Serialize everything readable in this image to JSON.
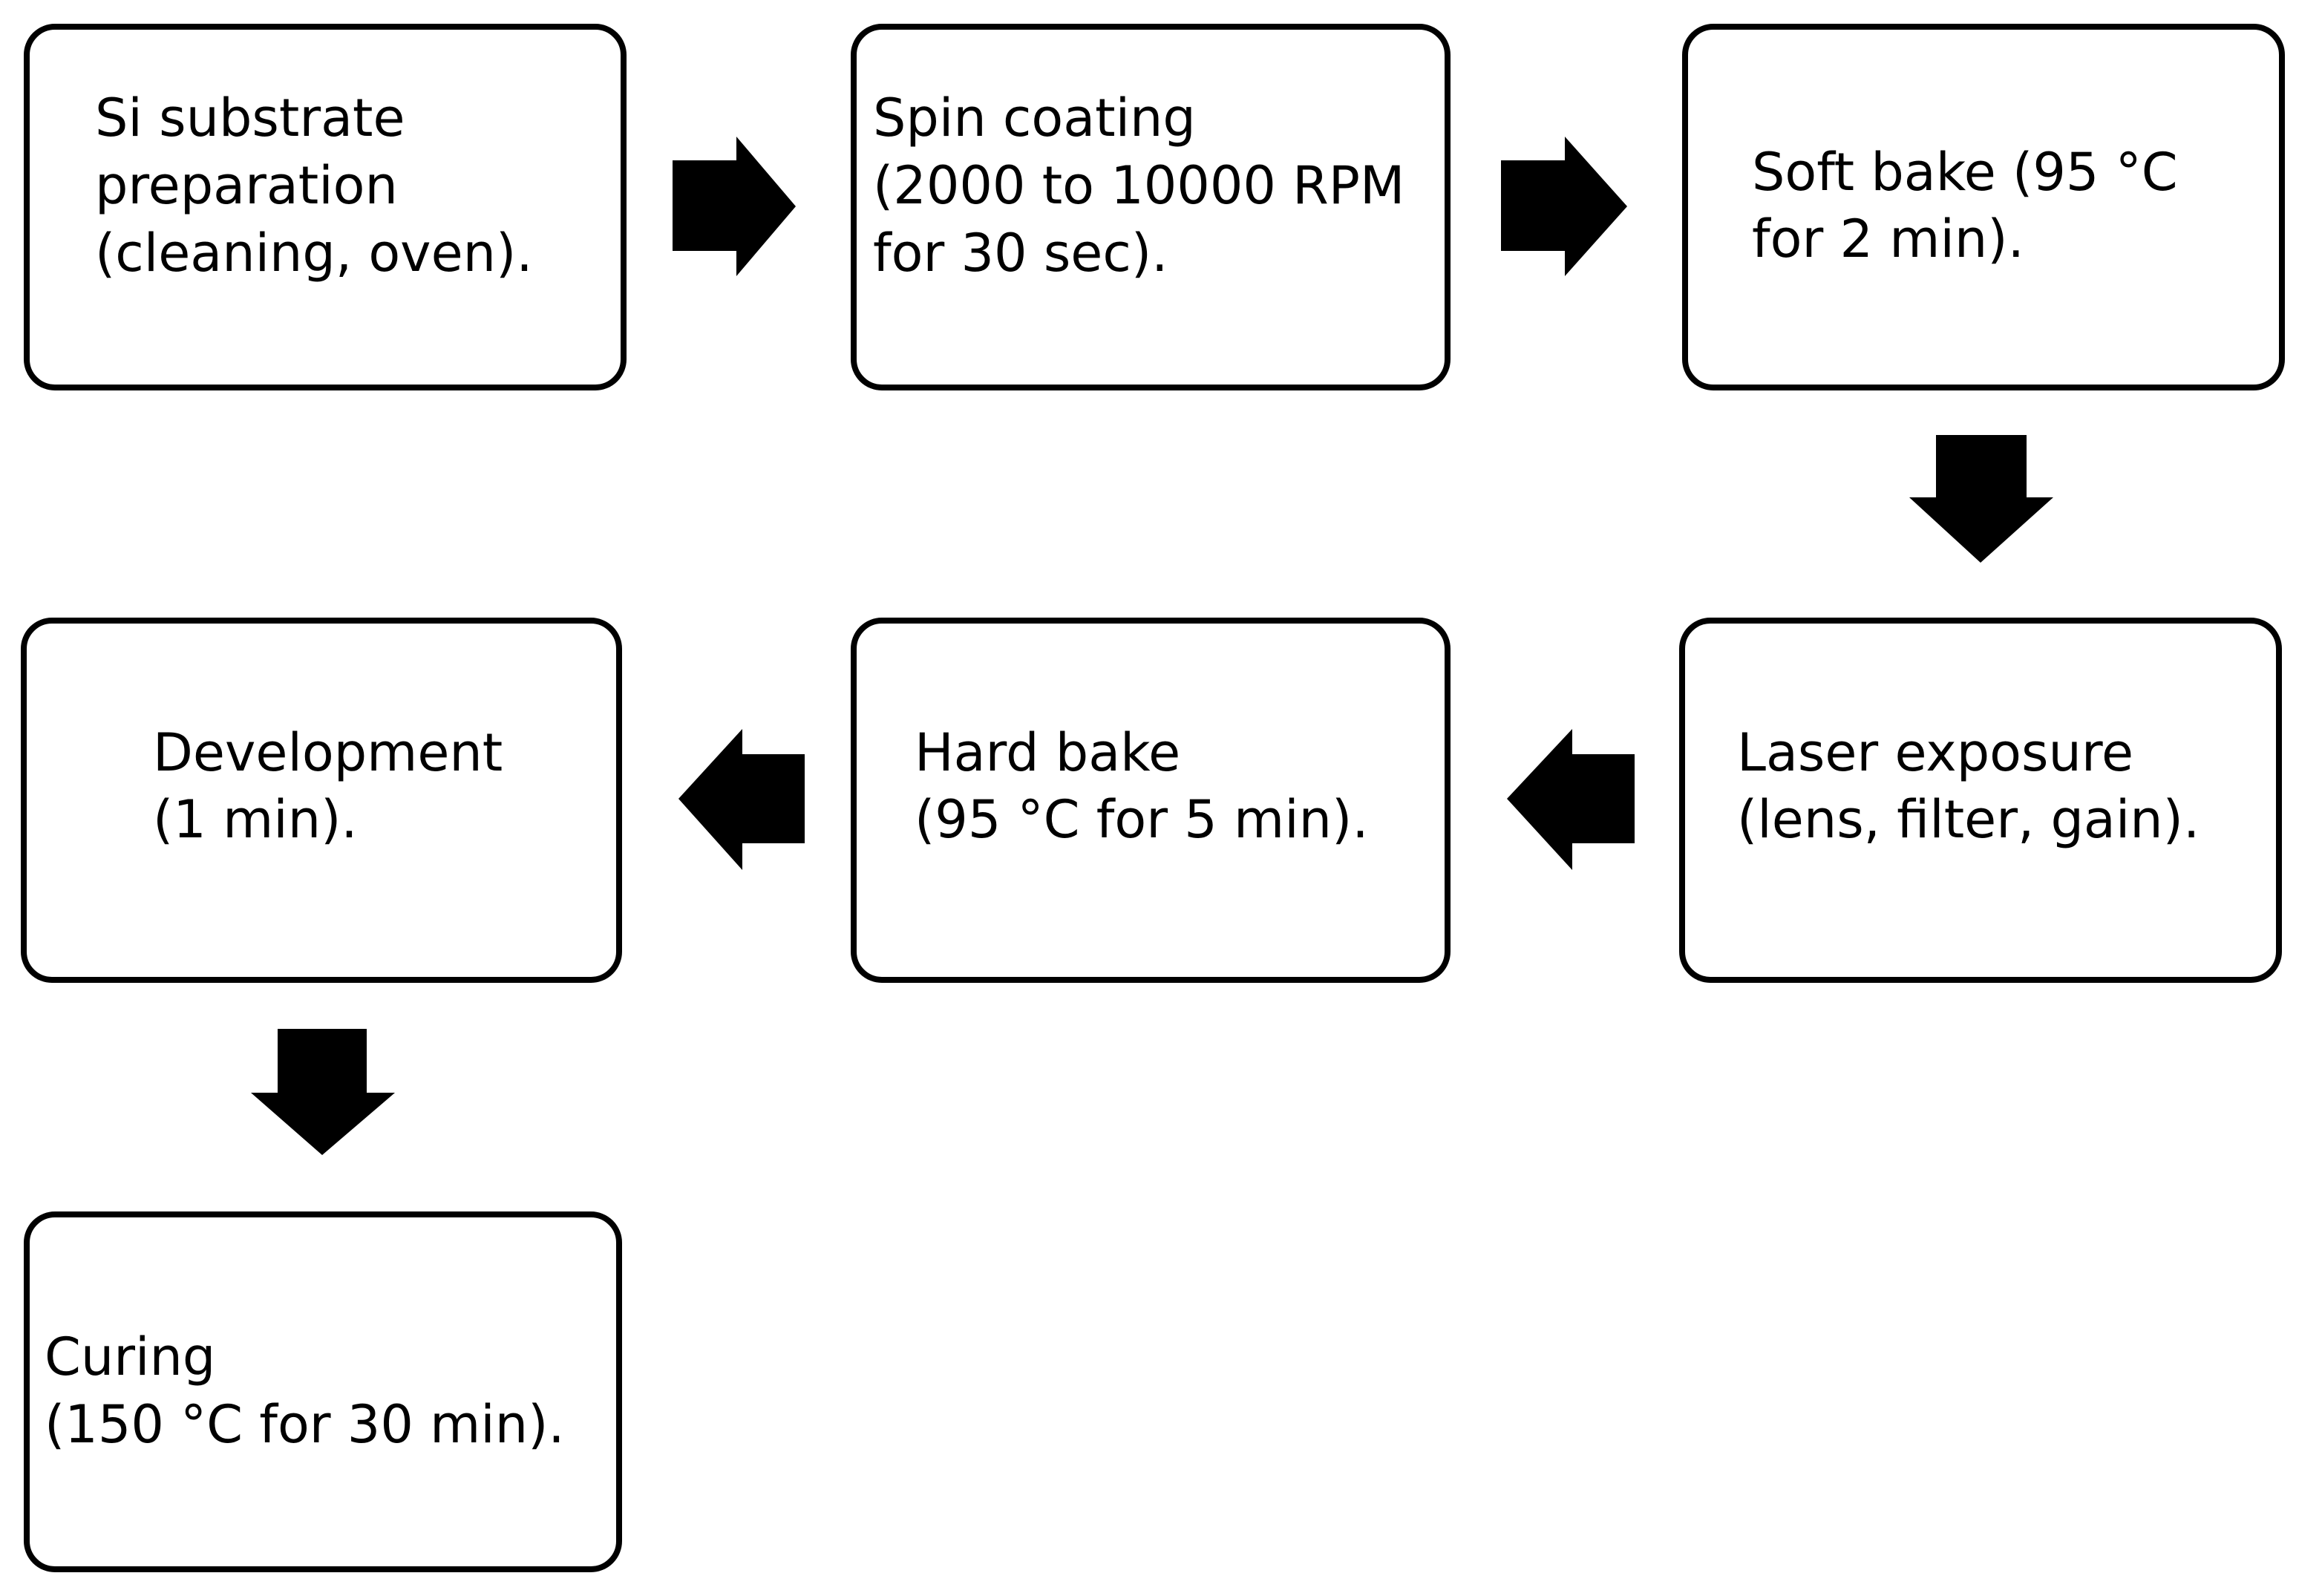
{
  "steps": [
    {
      "id": "substrate",
      "lines": [
        "Si substrate",
        "preparation",
        "(cleaning, oven)."
      ]
    },
    {
      "id": "spin",
      "lines": [
        "Spin coating",
        "(2000 to 10000 RPM",
        "for 30 sec)."
      ]
    },
    {
      "id": "soft-bake",
      "lines": [
        "Soft bake (95 °C",
        "for 2 min)."
      ]
    },
    {
      "id": "laser",
      "lines": [
        "Laser exposure",
        "(lens, filter, gain)."
      ]
    },
    {
      "id": "hard-bake",
      "lines": [
        "Hard bake",
        "(95 °C for 5 min)."
      ]
    },
    {
      "id": "development",
      "lines": [
        "Development",
        "(1 min)."
      ]
    },
    {
      "id": "curing",
      "lines": [
        "Curing",
        "(150 °C for 30 min)."
      ]
    }
  ],
  "flow": [
    {
      "from": "substrate",
      "to": "spin",
      "direction": "right"
    },
    {
      "from": "spin",
      "to": "soft-bake",
      "direction": "right"
    },
    {
      "from": "soft-bake",
      "to": "laser",
      "direction": "down"
    },
    {
      "from": "laser",
      "to": "hard-bake",
      "direction": "left"
    },
    {
      "from": "hard-bake",
      "to": "development",
      "direction": "left"
    },
    {
      "from": "development",
      "to": "curing",
      "direction": "down"
    }
  ],
  "colors": {
    "box_fill": "#ffffff",
    "stroke": "#000000",
    "arrow": "#000000"
  }
}
